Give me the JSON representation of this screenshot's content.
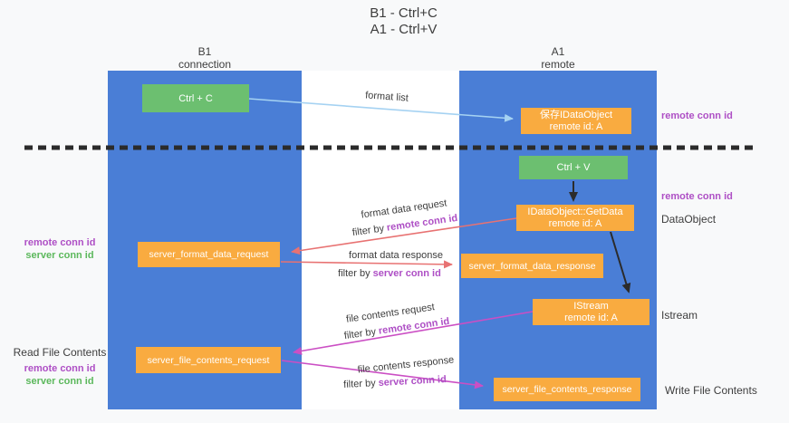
{
  "colors": {
    "column_blue": "#4a7ed6",
    "box_green": "#6cbf70",
    "box_orange": "#f9ab40",
    "arrow_blue": "#a5d2f2",
    "arrow_red": "#e87272",
    "arrow_magenta": "#cb4fc4",
    "arrow_black": "#2b2b2b",
    "label_purple": "#ae4fc5",
    "label_green": "#5cb85c",
    "text_dark": "#3d3d3d",
    "bg": "#f8f9fa",
    "lane_white": "#ffffff"
  },
  "title": {
    "line1": "B1 - Ctrl+C",
    "line2": "A1 - Ctrl+V"
  },
  "columns": {
    "left": {
      "name": "B1",
      "subtitle": "connection"
    },
    "right": {
      "name": "A1",
      "subtitle": "remote"
    }
  },
  "boxes": {
    "ctrl_c": {
      "label": "Ctrl + C"
    },
    "save_idataobject": {
      "line1": "保存IDataObject",
      "line2": "remote id: A"
    },
    "ctrl_v": {
      "label": "Ctrl + V"
    },
    "getdata": {
      "line1": "IDataObject::GetData",
      "line2": "remote id: A"
    },
    "server_format_data_request": {
      "label": "server_format_data_request"
    },
    "server_format_data_response": {
      "label": "server_format_data_response"
    },
    "istream": {
      "line1": "IStream",
      "line2": "remote id: A"
    },
    "server_file_contents_request": {
      "label": "server_file_contents_request"
    },
    "server_file_contents_response": {
      "label": "server_file_contents_response"
    }
  },
  "arrow_labels": {
    "format_list": "format list",
    "format_data_request": "format data request",
    "format_data_response": "format data response",
    "file_contents_request": "file contents request",
    "file_contents_response": "file contents response",
    "filter_by": "filter by",
    "remote_conn_id": "remote conn id",
    "server_conn_id": "server conn id"
  },
  "side_labels": {
    "remote_conn_id": "remote conn id",
    "server_conn_id": "server conn id",
    "dataobject": "DataObject",
    "istream": "Istream",
    "read_file_contents": "Read File Contents",
    "write_file_contents": "Write File Contents"
  }
}
